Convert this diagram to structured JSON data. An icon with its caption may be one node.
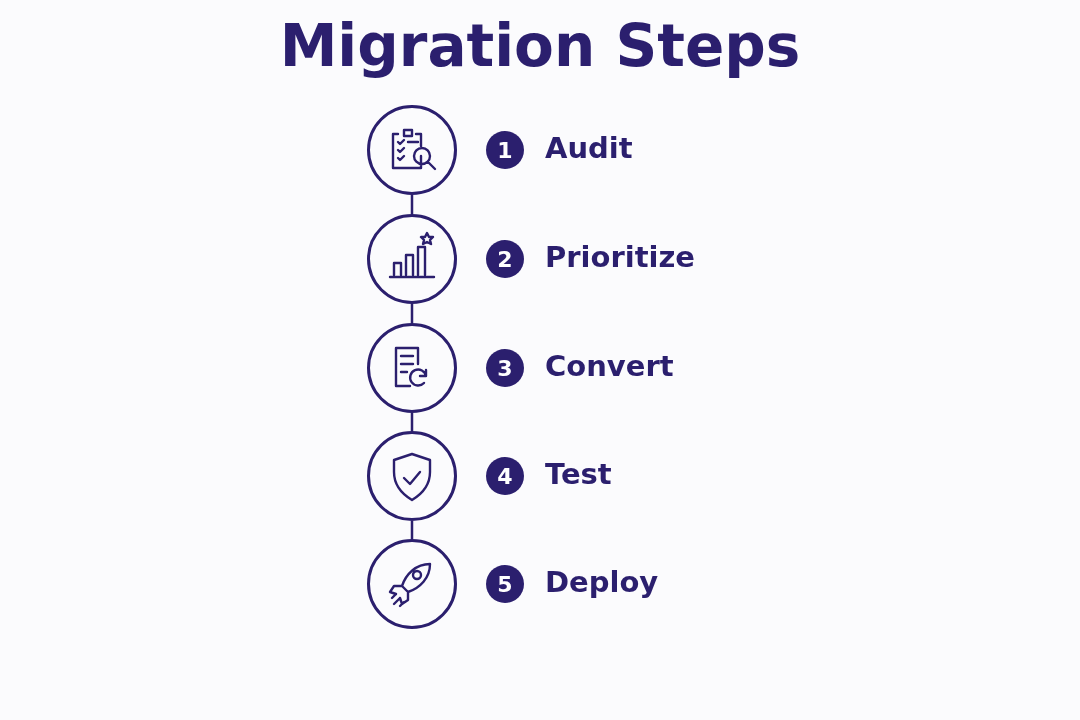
{
  "diagram": {
    "title": "Migration Steps",
    "nodes": [
      {
        "text": [],
        "shape": "circle"
      },
      {
        "text": [
          "1"
        ],
        "beside": [
          "Audit"
        ]
      },
      {
        "text": [],
        "shape": "circle"
      },
      {
        "text": [
          "2"
        ],
        "beside": [
          "Prioritize"
        ]
      },
      {
        "text": [],
        "shape": "circle"
      },
      {
        "text": [
          "3"
        ],
        "beside": [
          "Convert"
        ]
      },
      {
        "text": [],
        "shape": "circle"
      },
      {
        "text": [
          "4"
        ],
        "beside": [
          "Test"
        ]
      },
      {
        "text": [],
        "shape": "circle"
      },
      {
        "text": [
          "5"
        ],
        "beside": [
          "Deploy"
        ]
      }
    ],
    "edges": [
      {
        "from": 0,
        "to": 2,
        "arrow": "none"
      },
      {
        "from": 2,
        "to": 4,
        "arrow": "none"
      },
      {
        "from": 4,
        "to": 6,
        "arrow": "none"
      },
      {
        "from": 6,
        "to": 8,
        "arrow": "none"
      }
    ]
  }
}
